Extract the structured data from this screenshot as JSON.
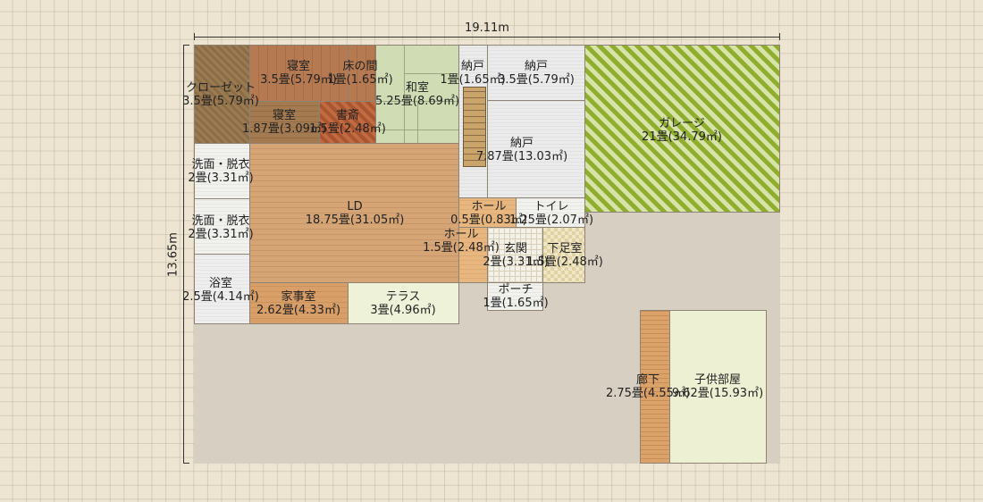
{
  "dimensions": {
    "width_label": "19.11m",
    "height_label": "13.65m"
  },
  "rooms": {
    "closet": {
      "name": "クローゼット",
      "area": "3.5畳(5.79㎡)"
    },
    "bedroom1": {
      "name": "寝室",
      "area": "3.5畳(5.79㎡)"
    },
    "tokonoma": {
      "name": "床の間",
      "area": "1畳(1.65㎡)"
    },
    "washitsu": {
      "name": "和室",
      "area": "5.25畳(8.69㎡)"
    },
    "storage1": {
      "name": "納戸",
      "area": "1畳(1.65㎡)"
    },
    "storage2": {
      "name": "納戸",
      "area": "3.5畳(5.79㎡)"
    },
    "garage": {
      "name": "ガレージ",
      "area": "21畳(34.79㎡)"
    },
    "bedroom2": {
      "name": "寝室",
      "area": "1.87畳(3.09㎡)"
    },
    "study": {
      "name": "書斎",
      "area": "1.5畳(2.48㎡)"
    },
    "storage3": {
      "name": "納戸",
      "area": "7.87畳(13.03㎡)"
    },
    "washroom1": {
      "name": "洗面・脱衣",
      "area": "2畳(3.31㎡)"
    },
    "washroom2": {
      "name": "洗面・脱衣",
      "area": "2畳(3.31㎡)"
    },
    "ld": {
      "name": "LD",
      "area": "18.75畳(31.05㎡)"
    },
    "hall1": {
      "name": "ホール",
      "area": "0.5畳(0.83㎡)"
    },
    "toilet": {
      "name": "トイレ",
      "area": "1.25畳(2.07㎡)"
    },
    "hall2": {
      "name": "ホール",
      "area": "1.5畳(2.48㎡)"
    },
    "genkan": {
      "name": "玄関",
      "area": "2畳(3.31㎡)"
    },
    "shoe_room": {
      "name": "下足室",
      "area": "1.5畳(2.48㎡)"
    },
    "bathroom": {
      "name": "浴室",
      "area": "2.5畳(4.14㎡)"
    },
    "utility": {
      "name": "家事室",
      "area": "2.62畳(4.33㎡)"
    },
    "terrace": {
      "name": "テラス",
      "area": "3畳(4.96㎡)"
    },
    "porch": {
      "name": "ポーチ",
      "area": "1畳(1.65㎡)"
    },
    "corridor": {
      "name": "廊下",
      "area": "2.75畳(4.55㎡)"
    },
    "kids_room": {
      "name": "子供部屋",
      "area": "9.62畳(15.93㎡)"
    }
  }
}
